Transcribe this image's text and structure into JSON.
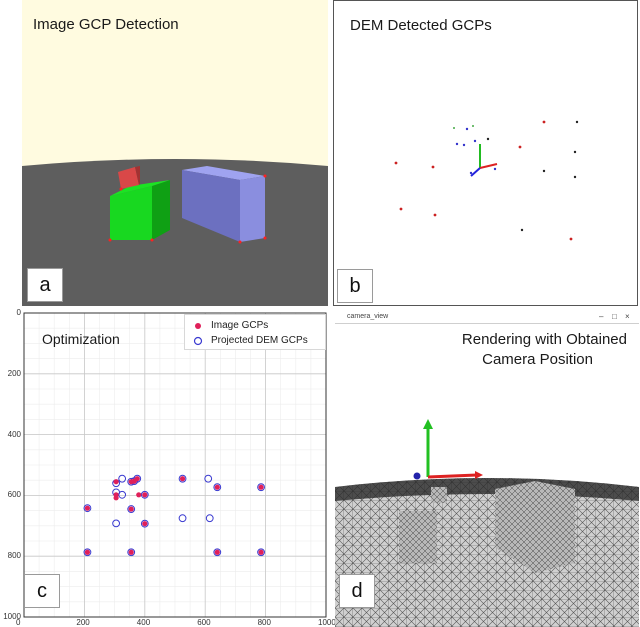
{
  "panels": {
    "a": {
      "title": "Image GCP Detection",
      "letter": "a"
    },
    "b": {
      "title": "DEM Detected GCPs",
      "letter": "b"
    },
    "c": {
      "title": "Optimization",
      "letter": "c"
    },
    "d": {
      "title_line1": "Rendering with Obtained",
      "title_line2": "Camera Position",
      "letter": "d",
      "window_title": "camera_view"
    }
  },
  "colors": {
    "sky": "#fffbe0",
    "ground": "#5e5e5e",
    "green_box": "#22e02a",
    "blue_box": "#8b8fe0",
    "red_cube": "#d94848",
    "image_gcp": "#e0205a",
    "dem_gcp": "#3a3ad0"
  },
  "chart_data": {
    "type": "scatter",
    "title": "Optimization",
    "xlim": [
      0,
      1000
    ],
    "ylim": [
      1000,
      0
    ],
    "xticks": [
      "0",
      "200",
      "400",
      "600",
      "800",
      "1000"
    ],
    "yticks": [
      "0",
      "200",
      "400",
      "600",
      "800",
      "1000"
    ],
    "grid": true,
    "legend_position": "top-right",
    "series": [
      {
        "name": "Image GCPs",
        "marker": "filled-circle",
        "points": [
          [
            210,
            642
          ],
          [
            210,
            787
          ],
          [
            305,
            555
          ],
          [
            305,
            598
          ],
          [
            305,
            608
          ],
          [
            355,
            555
          ],
          [
            355,
            645
          ],
          [
            355,
            787
          ],
          [
            365,
            553
          ],
          [
            375,
            545
          ],
          [
            380,
            598
          ],
          [
            400,
            598
          ],
          [
            400,
            693
          ],
          [
            525,
            545
          ],
          [
            640,
            573
          ],
          [
            640,
            787
          ],
          [
            785,
            573
          ],
          [
            785,
            787
          ]
        ]
      },
      {
        "name": "Projected DEM GCPs",
        "marker": "open-circle",
        "points": [
          [
            210,
            642
          ],
          [
            210,
            787
          ],
          [
            305,
            560
          ],
          [
            305,
            590
          ],
          [
            305,
            692
          ],
          [
            325,
            545
          ],
          [
            325,
            598
          ],
          [
            355,
            555
          ],
          [
            355,
            645
          ],
          [
            355,
            787
          ],
          [
            365,
            553
          ],
          [
            375,
            545
          ],
          [
            400,
            598
          ],
          [
            400,
            693
          ],
          [
            525,
            545
          ],
          [
            525,
            675
          ],
          [
            610,
            545
          ],
          [
            615,
            675
          ],
          [
            640,
            573
          ],
          [
            640,
            787
          ],
          [
            785,
            573
          ],
          [
            785,
            787
          ]
        ]
      }
    ]
  }
}
